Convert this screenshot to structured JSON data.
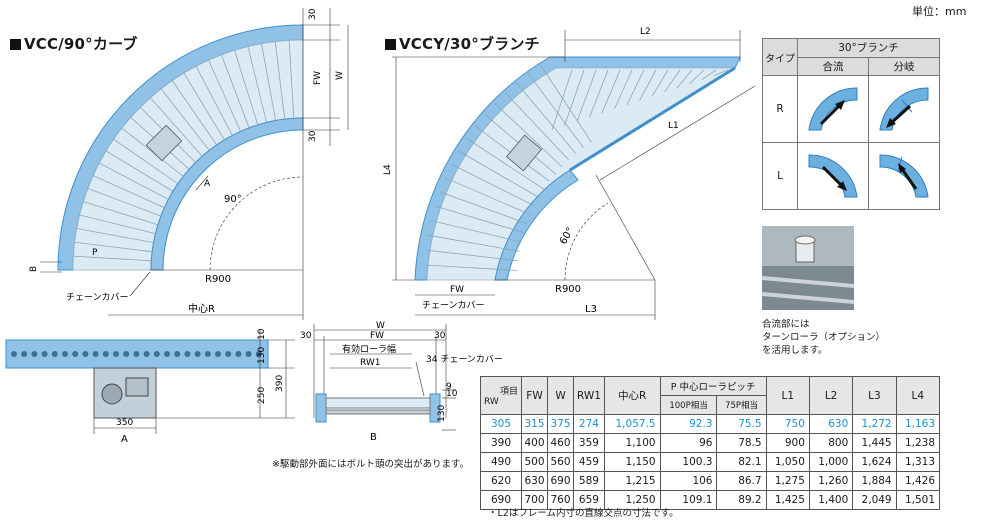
{
  "unit_label": "単位：mm",
  "colors": {
    "belt": "#8fc2e6",
    "belt_edge": "#3f8fcd",
    "roller": "#dceaf4",
    "highlight": "#1e8fd0"
  },
  "sections": {
    "curve_title": "VCC/90°カーブ",
    "branch_title": "VCCY/30°ブランチ"
  },
  "curve_labels": {
    "top30": "30",
    "fw": "FW",
    "w": "W",
    "bot30": "30",
    "a": "A",
    "angle": "90°",
    "p": "P",
    "r900": "R900",
    "b": "B",
    "chain_cover": "チェーンカバー",
    "center_r": "中心R"
  },
  "branch_labels": {
    "l2": "L2",
    "l1": "L1",
    "l4": "L4",
    "angle": "60°",
    "fw": "FW",
    "r900": "R900",
    "chain_cover": "チェーンカバー",
    "l3": "L3"
  },
  "branch_table": {
    "type_label": "タイプ",
    "header": "30°ブランチ",
    "merge": "合流",
    "split": "分岐",
    "row_r": "R",
    "row_l": "L"
  },
  "photo_caption": [
    "合流部には",
    "ターンローラ（オプション）",
    "を活用します。"
  ],
  "view_a_labels": {
    "d10": "10",
    "d130": "130",
    "d250": "250",
    "d390": "390",
    "d350": "350",
    "name": "A"
  },
  "view_b_labels": {
    "w": "W",
    "d30l": "30",
    "fw": "FW",
    "d30r": "30",
    "rw1_title": "有効ローラ幅",
    "rw1": "RW1",
    "chain": "34 チェーンカバー",
    "d9": "9",
    "d10": "10",
    "d130": "130",
    "name": "B"
  },
  "drive_note": "※駆動部外面にはボルト頭の突出があります。",
  "spec_table": {
    "h_item": "項目",
    "h_rw": "RW",
    "columns": [
      "FW",
      "W",
      "RW1",
      "中心R"
    ],
    "pitch_header": "P 中心ローラピッチ",
    "pitch_sub": [
      "100P相当",
      "75P相当"
    ],
    "tail_columns": [
      "L1",
      "L2",
      "L3",
      "L4"
    ],
    "rows": [
      [
        "305",
        "315",
        "375",
        "274",
        "1,057.5",
        "92.3",
        "75.5",
        "750",
        "630",
        "1,272",
        "1,163"
      ],
      [
        "390",
        "400",
        "460",
        "359",
        "1,100",
        "96",
        "78.5",
        "900",
        "800",
        "1,445",
        "1,238"
      ],
      [
        "490",
        "500",
        "560",
        "459",
        "1,150",
        "100.3",
        "82.1",
        "1,050",
        "1,000",
        "1,624",
        "1,313"
      ],
      [
        "620",
        "630",
        "690",
        "589",
        "1,215",
        "106",
        "86.7",
        "1,275",
        "1,260",
        "1,884",
        "1,426"
      ],
      [
        "690",
        "700",
        "760",
        "659",
        "1,250",
        "109.1",
        "89.2",
        "1,425",
        "1,400",
        "2,049",
        "1,501"
      ]
    ]
  },
  "l2_note": "・L2はフレーム内寸の直線交点の寸法です。"
}
